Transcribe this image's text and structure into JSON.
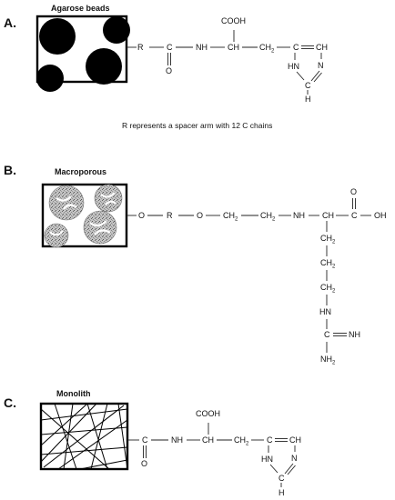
{
  "panels": {
    "a": {
      "letter": "A.",
      "title": "Agarose beads",
      "note": "R represents a spacer arm with 12 C chains",
      "atoms": {
        "r": "R",
        "c1": "C",
        "o1": "O",
        "nh": "NH",
        "ch": "CH",
        "cooh": "COOH",
        "ch2_c": "CH",
        "ch2_s": "2",
        "c_ring": "C",
        "ch_ring": "CH",
        "n_ring": "N",
        "hn_ring": "HN",
        "c2_ring": "C",
        "h_ring": "H"
      }
    },
    "b": {
      "letter": "B.",
      "title": "Macroporous",
      "atoms": {
        "o1": "O",
        "r": "R",
        "o2": "O",
        "ch2a_c": "CH",
        "ch2a_s": "2",
        "ch2b_c": "CH",
        "ch2b_s": "2",
        "nh": "NH",
        "ch": "CH",
        "c_acid": "C",
        "o_acid": "O",
        "oh": "OH",
        "ch2c_c": "CH",
        "ch2c_s": "2",
        "ch2d_c": "CH",
        "ch2d_s": "2",
        "ch2e_c": "CH",
        "ch2e_s": "2",
        "hn": "HN",
        "c_guan": "C",
        "nh_guan": "NH",
        "nh2_c": "NH",
        "nh2_s": "2"
      }
    },
    "c": {
      "letter": "C.",
      "title": "Monolith",
      "atoms": {
        "c1": "C",
        "o1": "O",
        "nh": "NH",
        "ch": "CH",
        "cooh": "COOH",
        "ch2_c": "CH",
        "ch2_s": "2",
        "c_ring": "C",
        "ch_ring": "CH",
        "n_ring": "N",
        "hn_ring": "HN",
        "c2_ring": "C",
        "h_ring": "H"
      }
    }
  },
  "colors": {
    "ink": "#111111",
    "bead_fill": "#000000",
    "porous_fill": "#b9b9b9"
  }
}
